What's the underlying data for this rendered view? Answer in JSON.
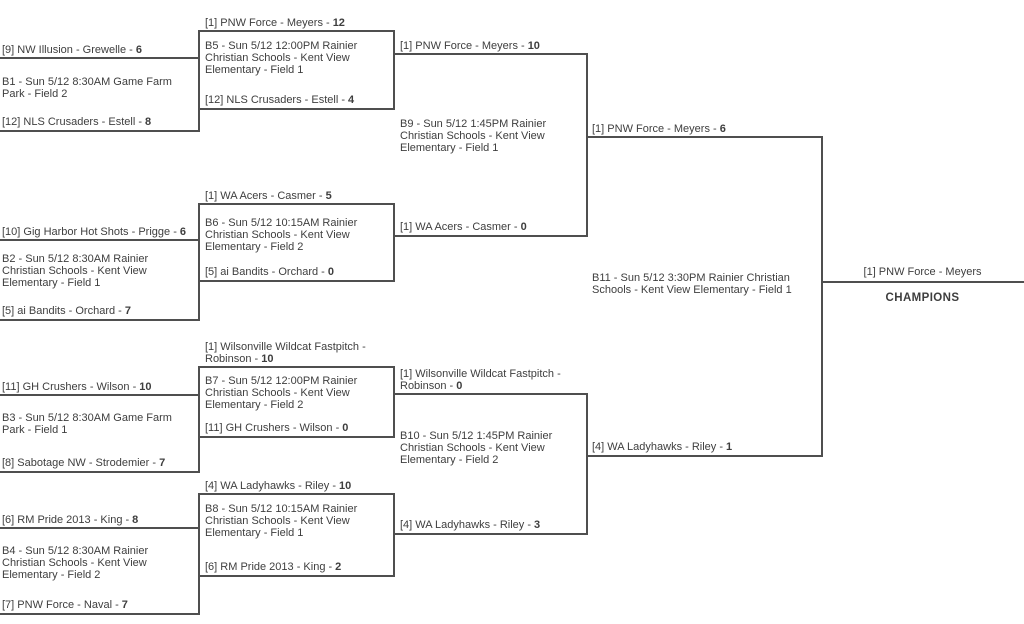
{
  "colors": {
    "line": "#4f4f4f",
    "text": "#3e3e3e"
  },
  "games": {
    "b1": {
      "info": "B1 - Sun 5/12 8:30AM Game Farm Park - Field 2",
      "top": {
        "name": "[9] NW Illusion - Grewelle -",
        "score": "6"
      },
      "bottom": {
        "name": "[12] NLS Crusaders - Estell -",
        "score": "8"
      }
    },
    "b2": {
      "info": "B2 - Sun 5/12 8:30AM Rainier Christian Schools - Kent View Elementary - Field 1",
      "top": {
        "name": "[10] Gig Harbor Hot Shots - Prigge -",
        "score": "6"
      },
      "bottom": {
        "name": "[5] ai Bandits - Orchard -",
        "score": "7"
      }
    },
    "b3": {
      "info": "B3 - Sun 5/12 8:30AM Game Farm Park - Field 1",
      "top": {
        "name": "[11] GH Crushers - Wilson -",
        "score": "10"
      },
      "bottom": {
        "name": "[8] Sabotage NW - Strodemier -",
        "score": "7"
      }
    },
    "b4": {
      "info": "B4 - Sun 5/12 8:30AM Rainier Christian Schools - Kent View Elementary - Field 2",
      "top": {
        "name": "[6] RM Pride 2013 - King -",
        "score": "8"
      },
      "bottom": {
        "name": "[7] PNW Force - Naval -",
        "score": "7"
      }
    },
    "b5": {
      "info": "B5 - Sun 5/12 12:00PM Rainier Christian Schools - Kent View Elementary - Field 1",
      "top": {
        "name": "[1] PNW Force - Meyers -",
        "score": "12"
      },
      "bottom": {
        "name": "[12] NLS Crusaders - Estell -",
        "score": "4"
      }
    },
    "b6": {
      "info": "B6 - Sun 5/12 10:15AM Rainier Christian Schools - Kent View Elementary - Field 2",
      "top": {
        "name": "[1] WA Acers - Casmer -",
        "score": "5"
      },
      "bottom": {
        "name": "[5] ai Bandits - Orchard -",
        "score": "0"
      }
    },
    "b7": {
      "info": "B7 - Sun 5/12 12:00PM Rainier Christian Schools - Kent View Elementary - Field 2",
      "top": {
        "name": "[1] Wilsonville Wildcat Fastpitch - Robinson -",
        "score": "10"
      },
      "bottom": {
        "name": "[11] GH Crushers - Wilson -",
        "score": "0"
      }
    },
    "b8": {
      "info": "B8 - Sun 5/12 10:15AM Rainier Christian Schools - Kent View Elementary - Field 1",
      "top": {
        "name": "[4] WA Ladyhawks - Riley -",
        "score": "10"
      },
      "bottom": {
        "name": "[6] RM Pride 2013 - King -",
        "score": "2"
      }
    },
    "b9": {
      "info": "B9 - Sun 5/12 1:45PM Rainier Christian Schools - Kent View Elementary - Field 1",
      "top": {
        "name": "[1] PNW Force - Meyers -",
        "score": "10"
      },
      "bottom": {
        "name": "[1] WA Acers - Casmer -",
        "score": "0"
      }
    },
    "b10": {
      "info": "B10 - Sun 5/12 1:45PM Rainier Christian Schools - Kent View Elementary - Field 2",
      "top": {
        "name": "[1] Wilsonville Wildcat Fastpitch - Robinson -",
        "score": "0"
      },
      "bottom": {
        "name": "[4] WA Ladyhawks - Riley -",
        "score": "3"
      }
    },
    "b11": {
      "info": "B11 - Sun 5/12 3:30PM Rainier Christian Schools - Kent View Elementary - Field 1",
      "top": {
        "name": "[1] PNW Force - Meyers -",
        "score": "6"
      },
      "bottom": {
        "name": "[4] WA Ladyhawks - Riley -",
        "score": "1"
      }
    }
  },
  "champion": {
    "name": "[1] PNW Force - Meyers",
    "label": "CHAMPIONS"
  }
}
